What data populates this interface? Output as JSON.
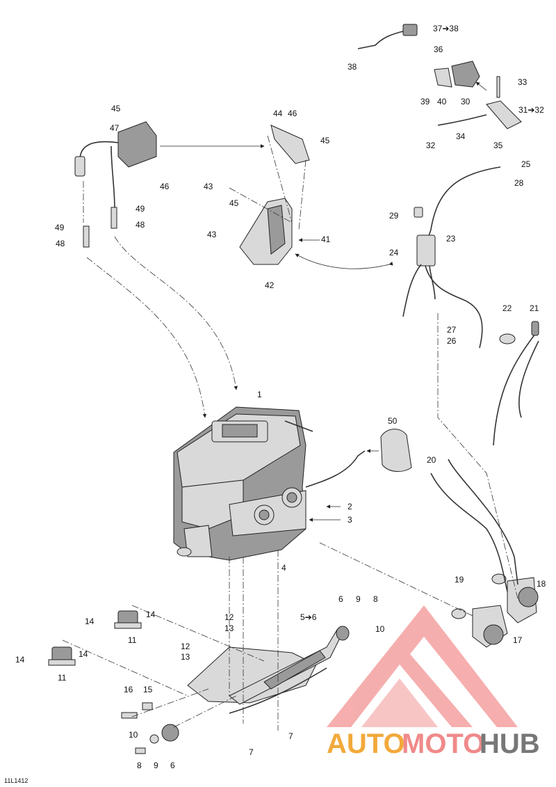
{
  "reference_code": "11L1412",
  "watermark": {
    "auto": "AUTO",
    "moto": "MOTO",
    "hub": "HUB",
    "colors": {
      "auto": "#f2a93b",
      "moto": "#f08a8a",
      "hub": "#777777",
      "logo": "#f4a0a0"
    }
  },
  "callouts": {
    "c1": "1",
    "c2": "2",
    "c3": "3",
    "c4": "4",
    "c5_6": "5➔6",
    "c6a": "6",
    "c6b": "6",
    "c7a": "7",
    "c7b": "7",
    "c8a": "8",
    "c8b": "8",
    "c9a": "9",
    "c9b": "9",
    "c10a": "10",
    "c10b": "10",
    "c11a": "11",
    "c11b": "11",
    "c12a": "12",
    "c12b": "12",
    "c13a": "13",
    "c13b": "13",
    "c14a": "14",
    "c14b": "14",
    "c14c": "14",
    "c14d": "14",
    "c15": "15",
    "c16": "16",
    "c17": "17",
    "c18": "18",
    "c19": "19",
    "c20": "20",
    "c21": "21",
    "c22": "22",
    "c23": "23",
    "c24": "24",
    "c25": "25",
    "c26": "26",
    "c27": "27",
    "c28": "28",
    "c29": "29",
    "c30": "30",
    "c31_32": "31➔32",
    "c32": "32",
    "c33": "33",
    "c34": "34",
    "c35": "35",
    "c36": "36",
    "c37_38": "37➔38",
    "c38": "38",
    "c39": "39",
    "c40": "40",
    "c41": "41",
    "c42": "42",
    "c43a": "43",
    "c43b": "43",
    "c44": "44",
    "c45a": "45",
    "c45b": "45",
    "c45c": "45",
    "c46a": "46",
    "c46b": "46",
    "c47": "47",
    "c48a": "48",
    "c48b": "48",
    "c49a": "49",
    "c49b": "49",
    "c50": "50"
  }
}
